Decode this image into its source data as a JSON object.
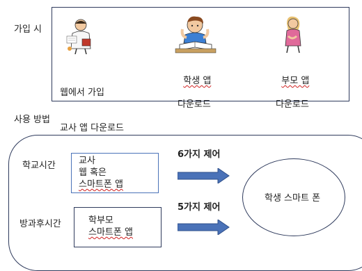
{
  "signup": {
    "label": "가입 시",
    "items": [
      {
        "line1": "웹에서 가입",
        "line2": "교사 앱 다운로드",
        "icon": "teacher-icon"
      },
      {
        "line1": "학생 앱",
        "line2": "다운로드",
        "icon": "student-icon"
      },
      {
        "line1": "부모 앱",
        "line2": "다운로드",
        "icon": "parent-icon"
      }
    ]
  },
  "usage": {
    "label": "사용 방법",
    "school": {
      "label": "학교시간",
      "box_line1": "교사",
      "box_line2": "웹 혹은",
      "box_line3": "스마트폰 앱",
      "arrow_label": "6가지 제어"
    },
    "after_school": {
      "label": "방과후시간",
      "box_line1": "학부모",
      "box_line2": "스마트폰 앱",
      "arrow_label": "5가지 제어"
    },
    "target": "학생 스마트 폰"
  },
  "colors": {
    "arrow": "#4a72b8",
    "border": "#2e3a5c",
    "spellcheck": "#d02020"
  }
}
